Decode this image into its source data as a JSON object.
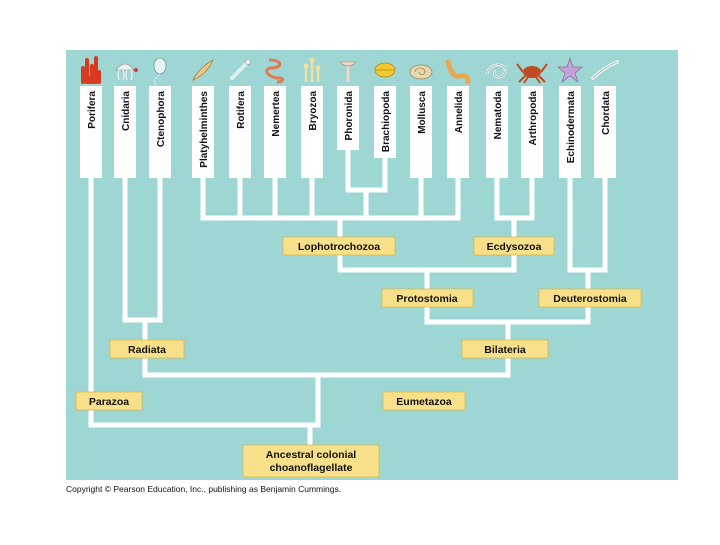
{
  "colors": {
    "background": "#9ed6d4",
    "branch": "#ffffff",
    "label_box": "#f8e08a",
    "label_border": "#d8b84a"
  },
  "taxa": [
    {
      "name": "Porifera",
      "icon": "sponge-icon",
      "color": "#d83a20"
    },
    {
      "name": "Cnidaria",
      "icon": "jellyfish-icon",
      "color": "#f0f0f0"
    },
    {
      "name": "Ctenophora",
      "icon": "comb-jelly-icon",
      "color": "#e8f2f2"
    },
    {
      "name": "Platyhelminthes",
      "icon": "flatworm-icon",
      "color": "#e8c890"
    },
    {
      "name": "Rotifera",
      "icon": "rotifer-icon",
      "color": "#e0eeee"
    },
    {
      "name": "Nemertea",
      "icon": "ribbon-worm-icon",
      "color": "#e07a50"
    },
    {
      "name": "Bryozoa",
      "icon": "bryozoan-icon",
      "color": "#f0e0a0"
    },
    {
      "name": "Phoronida",
      "icon": "phoronid-icon",
      "color": "#f0d8c8"
    },
    {
      "name": "Brachiopoda",
      "icon": "brachiopod-icon",
      "color": "#f4c830"
    },
    {
      "name": "Mollusca",
      "icon": "snail-icon",
      "color": "#e8d8b0"
    },
    {
      "name": "Annelida",
      "icon": "segmented-worm-icon",
      "color": "#e8a850"
    },
    {
      "name": "Nematoda",
      "icon": "roundworm-icon",
      "color": "#f4f4f4"
    },
    {
      "name": "Arthropoda",
      "icon": "crab-icon",
      "color": "#c04a20"
    },
    {
      "name": "Echinodermata",
      "icon": "sea-star-icon",
      "color": "#c8a0d8"
    },
    {
      "name": "Chordata",
      "icon": "lancelet-icon",
      "color": "#f0f6f6"
    }
  ],
  "clades": {
    "lophotrochozoa": "Lophotrochozoa",
    "ecdysozoa": "Ecdysozoa",
    "protostomia": "Protostomia",
    "deuterostomia": "Deuterostomia",
    "radiata": "Radiata",
    "bilateria": "Bilateria",
    "parazoa": "Parazoa",
    "eumetazoa": "Eumetazoa",
    "ancestor_line1": "Ancestral colonial",
    "ancestor_line2": "choanoflagellate"
  },
  "copyright": "Copyright © Pearson Education, Inc., publishing as Benjamin Cummings."
}
